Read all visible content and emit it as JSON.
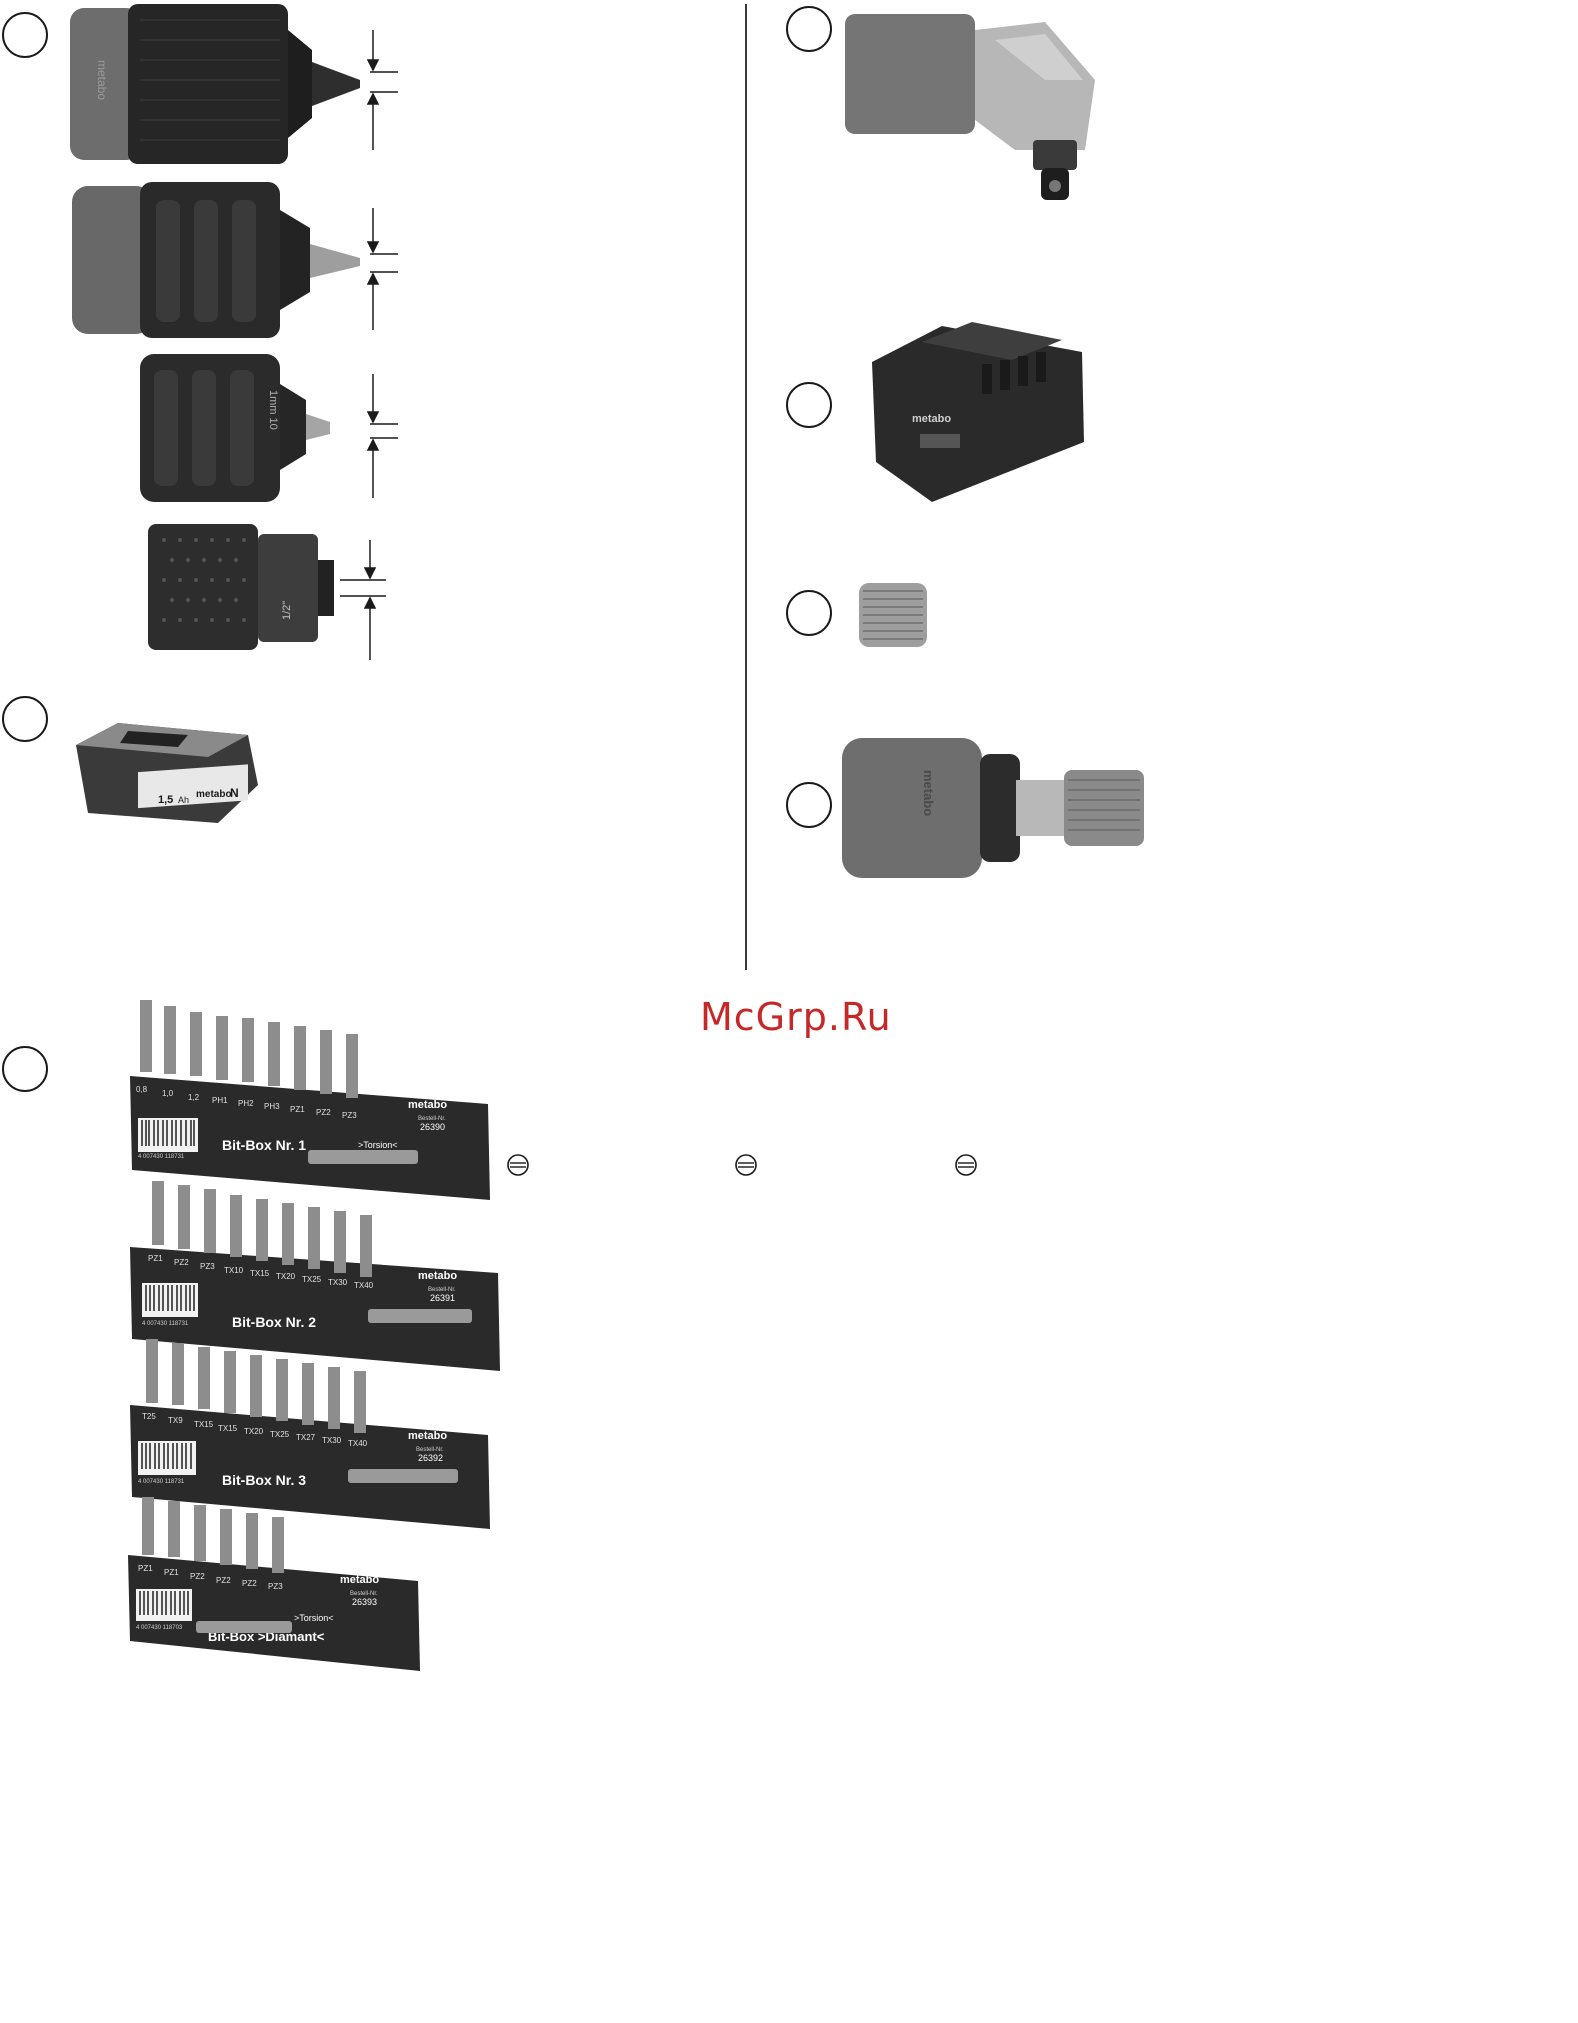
{
  "watermark": "McGrp.Ru",
  "chucks": {
    "brand_vertical": "metabo",
    "chuck3_text": "1mm  10",
    "chuck4_text": "1/2\""
  },
  "battery": {
    "brand": "metabo",
    "capacity": "1,5",
    "unit": "Ah",
    "indicator": "N"
  },
  "charger": {
    "brand": "metabo"
  },
  "adapter": {
    "brand": "metabo"
  },
  "bitboxes": [
    {
      "title": "Bit-Box Nr. 1",
      "brand": "metabo",
      "order_label": "Bestell-Nr.",
      "order_no": "26390",
      "torsion": ">Torsion<",
      "barcode": "4 007430 118731",
      "bit_labels": [
        "0,8",
        "1,0",
        "1,2",
        "PH1",
        "PH2",
        "PH3",
        "PZ1",
        "PZ2",
        "PZ3"
      ]
    },
    {
      "title": "Bit-Box Nr. 2",
      "brand": "metabo",
      "order_label": "Bestell-Nr.",
      "order_no": "26391",
      "torsion": "",
      "barcode": "4 007430 118731",
      "bit_labels": [
        "PZ1",
        "PZ2",
        "PZ3",
        "TX10",
        "TX15",
        "TX20",
        "TX25",
        "TX30",
        "TX40"
      ]
    },
    {
      "title": "Bit-Box Nr. 3",
      "brand": "metabo",
      "order_label": "Bestell-Nr.",
      "order_no": "26392",
      "torsion": "",
      "barcode": "4 007430 118731",
      "bit_labels": [
        "T25",
        "TX9",
        "TX15",
        "TX15",
        "TX20",
        "TX25",
        "TX27",
        "TX30",
        "TX40"
      ]
    },
    {
      "title": "Bit-Box >Diamant<",
      "brand": "metabo",
      "order_label": "Bestell-Nr.",
      "order_no": "26393",
      "torsion": ">Torsion<",
      "barcode": "4 007430 118703",
      "bit_labels": [
        "PZ1",
        "PZ1",
        "PZ2",
        "PZ2",
        "PZ2",
        "PZ3"
      ]
    }
  ],
  "colors": {
    "watermark": "#c62828",
    "tool_dark": "#2b2b2b",
    "tool_grey": "#7a7a7a",
    "line": "#1a1a1a"
  }
}
